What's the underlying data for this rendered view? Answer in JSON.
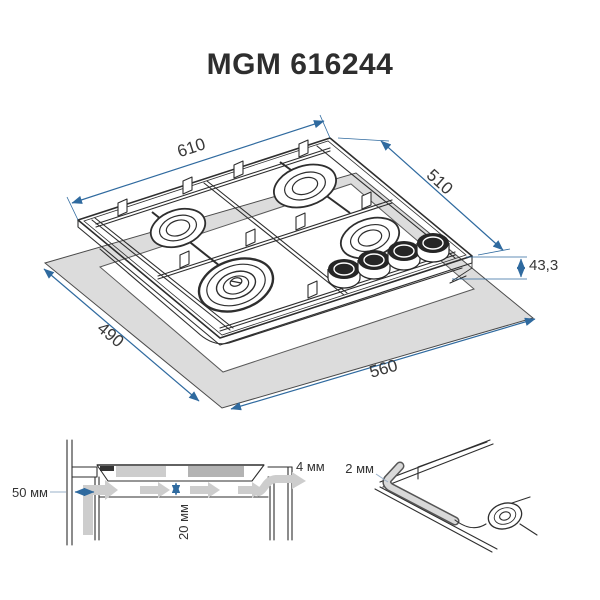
{
  "page": {
    "title": "MGM 616244"
  },
  "colors": {
    "dimension_blue": "#2f6a9f",
    "line_dark": "#2e2e2e",
    "countertop_gray": "#dcdcdc",
    "airflow_gray": "#cdcdcd",
    "gasket_gray": "#d9d9d9"
  },
  "isometric_view": {
    "dim_top_width": "610",
    "dim_right_depth": "510",
    "dim_height": "43,3",
    "dim_cutout_depth": "490",
    "dim_cutout_width": "560"
  },
  "section_view": {
    "wall_clearance": "50 мм",
    "under_clearance": "20 мм",
    "rear_gap": "4 мм"
  },
  "seal_view": {
    "seal_thickness": "2 мм"
  }
}
